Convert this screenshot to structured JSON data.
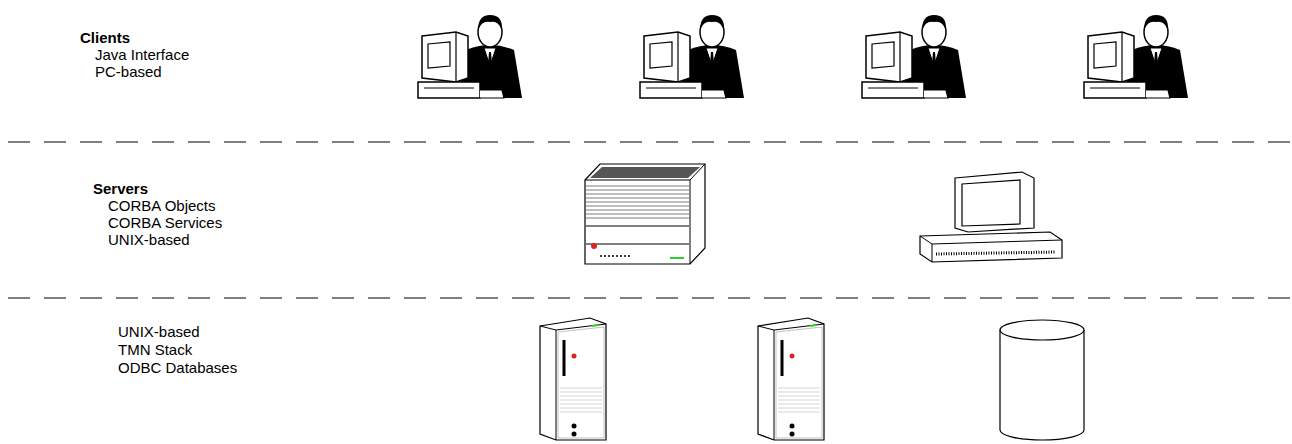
{
  "diagram": {
    "labels": [
      "Clients",
      "Java Interface",
      "PC-based",
      "Servers",
      "CORBA Objects",
      "CORBA Services",
      "UNIX-based",
      "UNIX-based",
      "TMN Stack",
      "ODBC Databases"
    ]
  }
}
